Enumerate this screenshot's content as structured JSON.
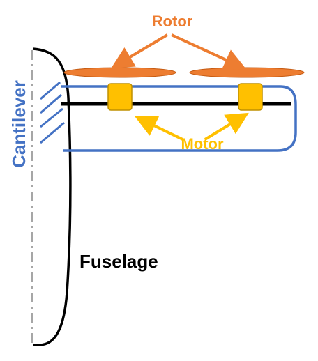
{
  "labels": {
    "rotor": "Rotor",
    "motor": "Motor",
    "cantilever": "Cantilever",
    "fuselage": "Fuselage"
  },
  "colors": {
    "rotor": "#ED7D31",
    "motor": "#FFC000",
    "motor_stroke": "#BF9000",
    "cantilever": "#4472C4",
    "fuselage": "#000000",
    "centerline": "#A6A6A6"
  }
}
